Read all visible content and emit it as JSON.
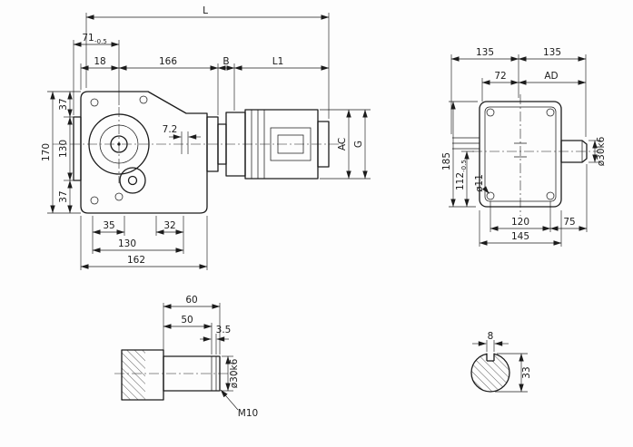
{
  "colors": {
    "background": "#fdfdfd",
    "line": "#1c1c1c"
  },
  "side_view": {
    "overall_length": "L",
    "dim_71": "71",
    "dim_71_tol": "-0.5",
    "dim_18": "18",
    "dim_166": "166",
    "dim_B": "B",
    "dim_L1": "L1",
    "dim_37_top": "37",
    "dim_130_left": "130",
    "dim_37_bottom": "37",
    "dim_170": "170",
    "dim_7_2": "7.2",
    "dim_AC": "AC",
    "dim_G": "G",
    "dim_35": "35",
    "dim_32": "32",
    "dim_130_bottom": "130",
    "dim_162": "162"
  },
  "front_view": {
    "dim_135_left": "135",
    "dim_135_right": "135",
    "dim_72": "72",
    "dim_AD": "AD",
    "dim_dia30": "ø30k6",
    "dim_185": "185",
    "dim_112": "112",
    "dim_112_tol": "-0.5",
    "dim_dia11": "ø11",
    "dim_120": "120",
    "dim_75": "75",
    "dim_145": "145"
  },
  "shaft_detail": {
    "dim_60": "60",
    "dim_50": "50",
    "dim_3_5": "3.5",
    "dim_dia30": "ø30k6",
    "thread": "M10"
  },
  "key_section": {
    "dim_8": "8",
    "dim_33": "33"
  }
}
